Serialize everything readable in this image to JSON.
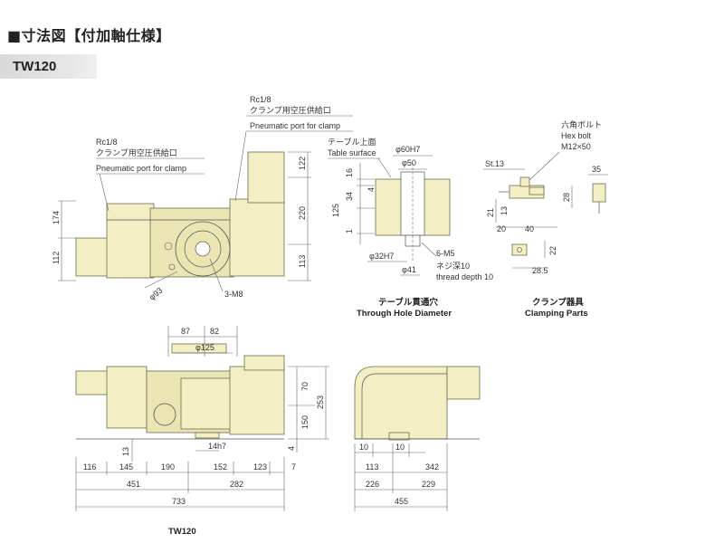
{
  "title": "■寸法図【付加軸仕様】",
  "model": "TW120",
  "bottom_model": "TW120",
  "callouts": {
    "rc_a": "Rc1/8",
    "rc_a_jp": "クランプ用空圧供給口",
    "rc_a_en": "Pneumatic port for clamp",
    "rc_b": "Rc1/8",
    "rc_b_jp": "クランプ用空圧供給口",
    "rc_b_en": "Pneumatic port for clamp",
    "table_surface_jp": "テーブル上面",
    "table_surface_en": "Table surface",
    "hex_bolt_jp": "六角ボルト",
    "hex_bolt_en": "Hex bolt",
    "hex_bolt_size": "M12×50",
    "thread_jp": "ネジ深10",
    "thread_en": "thread depth 10",
    "m5": "6-M5",
    "m8": "3-M8"
  },
  "captions": {
    "through_hole_jp": "テーブル貫通穴",
    "through_hole_en": "Through Hole Diameter",
    "clamping_jp": "クランプ器具",
    "clamping_en": "Clamping Parts"
  },
  "dims": {
    "d174": "174",
    "d112": "112",
    "d122": "122",
    "d220": "220",
    "d113": "113",
    "phi93": "φ93",
    "phi60h7": "φ60H7",
    "phi50": "φ50",
    "d16": "16",
    "d4": "4",
    "d34": "34",
    "d125": "125",
    "d1": "1",
    "phi32h7": "φ32H7",
    "phi41": "φ41",
    "st13": "St.13",
    "d35": "35",
    "d28": "28",
    "d21": "21",
    "d13": "13",
    "d20": "20",
    "d40": "40",
    "d22": "22",
    "d28_5": "28.5",
    "d87": "87",
    "d82": "82",
    "phi125": "φ125",
    "d70": "70",
    "d253": "253",
    "d150": "150",
    "d4b": "4",
    "d13b": "13",
    "d14h7": "14h7",
    "d116": "116",
    "d145": "145",
    "d190": "190",
    "d152": "152",
    "d123": "123",
    "d7": "7",
    "d451": "451",
    "d282": "282",
    "d733": "733",
    "d10a": "10",
    "d10b": "10",
    "d113b": "113",
    "d342": "342",
    "d226": "226",
    "d229": "229",
    "d455": "455"
  }
}
